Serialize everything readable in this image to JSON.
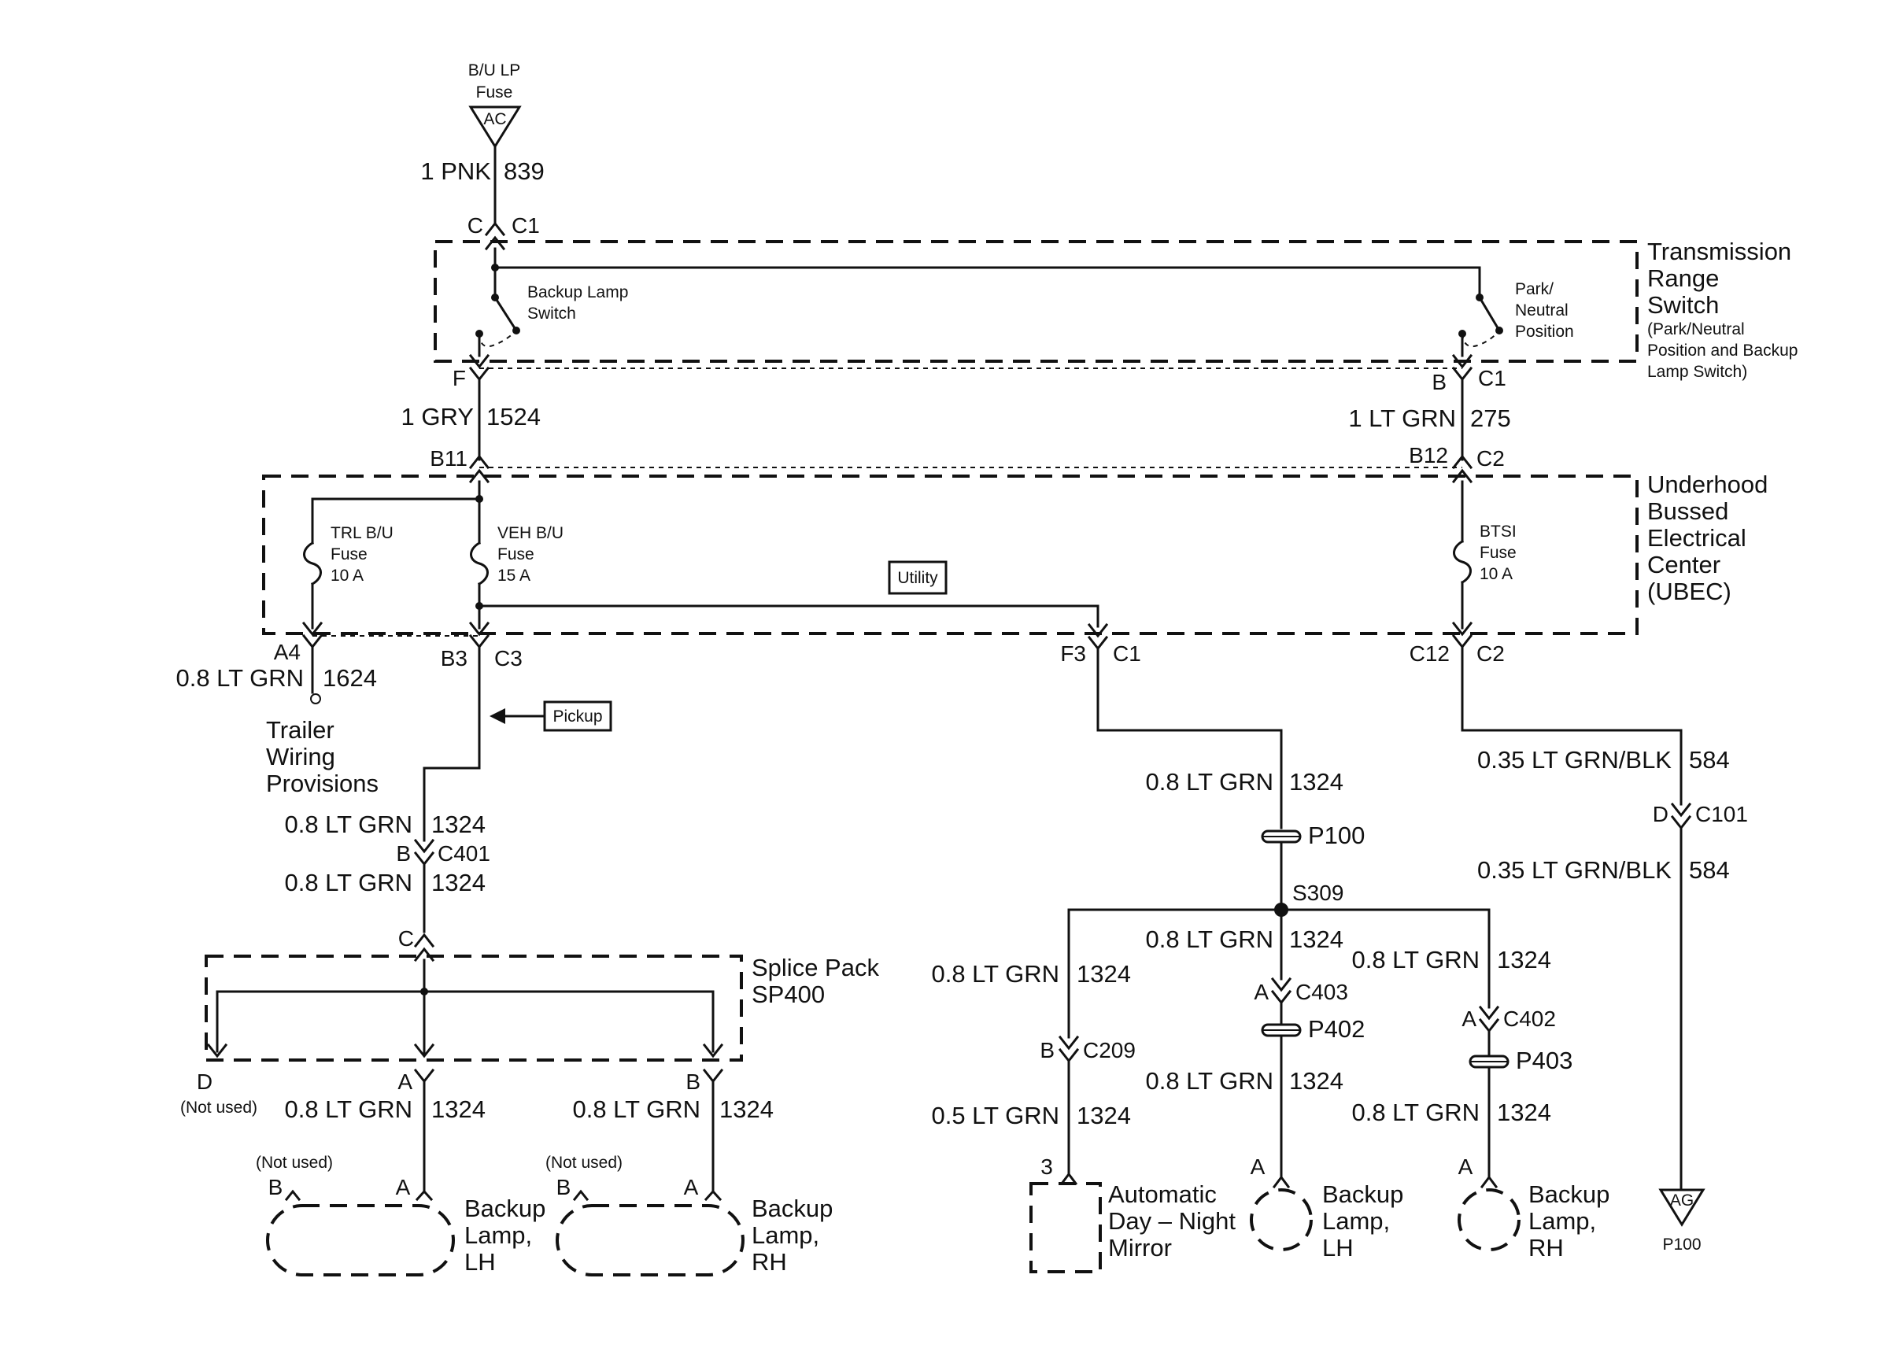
{
  "source": {
    "name": "B/U LP",
    "type": "Fuse",
    "terminal": "AC"
  },
  "ground": {
    "code": "AG",
    "name": "P100"
  },
  "components": {
    "trs": {
      "lines": [
        "Transmission",
        "Range",
        "Switch"
      ],
      "sub": [
        "(Park/Neutral",
        "Position and Backup",
        "Lamp Switch)"
      ]
    },
    "backup_switch": [
      "Backup Lamp",
      "Switch"
    ],
    "pn_switch": [
      "Park/",
      "Neutral",
      "Position"
    ],
    "ubec": [
      "Underhood",
      "Bussed",
      "Electrical",
      "Center",
      "(UBEC)"
    ],
    "trl_fuse": [
      "TRL B/U",
      "Fuse",
      "10 A"
    ],
    "veh_fuse": [
      "VEH B/U",
      "Fuse",
      "15 A"
    ],
    "btsi_fuse": [
      "BTSI",
      "Fuse",
      "10 A"
    ],
    "utility_tag": "Utility",
    "pickup_tag": "Pickup",
    "trailer": [
      "Trailer",
      "Wiring",
      "Provisions"
    ],
    "splice_pack": [
      "Splice Pack",
      "SP400"
    ],
    "lamp_lh": [
      "Backup",
      "Lamp,",
      "LH"
    ],
    "lamp_rh": [
      "Backup",
      "Lamp,",
      "RH"
    ],
    "mirror": [
      "Automatic",
      "Day – Night",
      "Mirror"
    ],
    "not_used": "(Not used)"
  },
  "connectors": {
    "c_top": "C",
    "c1_top": "C1",
    "f": "F",
    "b_trs": "B",
    "c1_trs": "C1",
    "b11": "B11",
    "b12": "B12",
    "c2_ubec": "C2",
    "a4": "A4",
    "b3": "B3",
    "c3": "C3",
    "f3": "F3",
    "c1_ubec": "C1",
    "c12": "C12",
    "c2_bottom": "C2",
    "b_c401": "B",
    "c401": "C401",
    "c_sp": "C",
    "d_sp": "D",
    "a_sp": "A",
    "b_sp": "B",
    "lh_b": "B",
    "lh_a": "A",
    "rh_b": "B",
    "rh_a": "A",
    "d_c101": "D",
    "c101": "C101",
    "p100": "P100",
    "s309": "S309",
    "b_c209": "B",
    "c209": "C209",
    "a_c403": "A",
    "c403": "C403",
    "p402": "P402",
    "a_c402": "A",
    "c402": "C402",
    "p403": "P403",
    "mirror_pin": "3",
    "lamp2_a": "A",
    "lamp3_a": "A"
  },
  "wires": {
    "pnk": {
      "gauge": "1 PNK",
      "circuit": "839"
    },
    "gry": {
      "gauge": "1 GRY",
      "circuit": "1524"
    },
    "ltgrn275": {
      "gauge": "1 LT GRN",
      "circuit": "275"
    },
    "trl": {
      "gauge": "0.8 LT GRN",
      "circuit": "1624"
    },
    "c401_up": {
      "gauge": "0.8 LT GRN",
      "circuit": "1324"
    },
    "c401_dn": {
      "gauge": "0.8 LT GRN",
      "circuit": "1324"
    },
    "sp_a": {
      "gauge": "0.8 LT GRN",
      "circuit": "1324"
    },
    "sp_b": {
      "gauge": "0.8 LT GRN",
      "circuit": "1324"
    },
    "p100_up": {
      "gauge": "0.8 LT GRN",
      "circuit": "1324"
    },
    "c209_up": {
      "gauge": "0.8 LT GRN",
      "circuit": "1324"
    },
    "c209_dn": {
      "gauge": "0.5 LT GRN",
      "circuit": "1324"
    },
    "c403_up": {
      "gauge": "0.8 LT GRN",
      "circuit": "1324"
    },
    "c403_dn": {
      "gauge": "0.8 LT GRN",
      "circuit": "1324"
    },
    "c402_up": {
      "gauge": "0.8 LT GRN",
      "circuit": "1324"
    },
    "c402_dn": {
      "gauge": "0.8 LT GRN",
      "circuit": "1324"
    },
    "blk_up": {
      "gauge": "0.35 LT GRN/BLK",
      "circuit": "584"
    },
    "blk_dn": {
      "gauge": "0.35 LT GRN/BLK",
      "circuit": "584"
    }
  }
}
